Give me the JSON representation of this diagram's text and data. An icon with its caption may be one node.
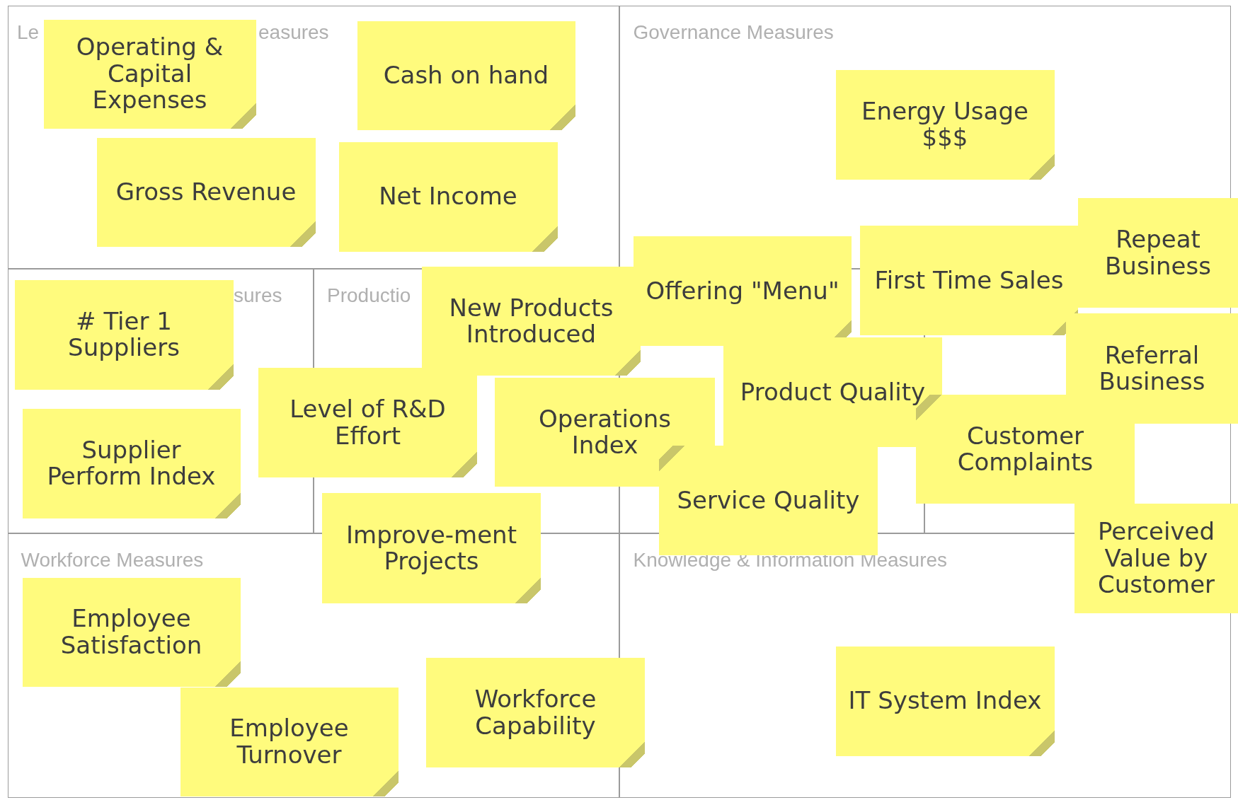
{
  "diagram": {
    "nodes": [
      {
        "text": [],
        "shape": "box"
      },
      {
        "text": [
          "Operating & Capital Expenses"
        ],
        "in": 0
      },
      {
        "text": [
          "Cash on hand"
        ],
        "in": 0
      },
      {
        "text": [
          "Gross Revenue"
        ],
        "in": 0
      },
      {
        "text": [
          "Net Income"
        ],
        "in": 0
      },
      {
        "text": [
          "Governance Measures"
        ]
      },
      {
        "text": [
          "Energy Usage $$$"
        ],
        "in": 5
      },
      {
        "text": [],
        "shape": "box"
      },
      {
        "text": [],
        "shape": "box"
      },
      {
        "text": [
          "Offering \"Menu\""
        ]
      },
      {
        "text": [
          "First Time Sales"
        ]
      },
      {
        "text": [
          "Repeat Business"
        ]
      },
      {
        "text": [
          "# Tier 1 Suppliers"
        ],
        "in": 7
      },
      {
        "text": [
          "New Products Introduced"
        ]
      },
      {
        "text": [
          "Referral Business"
        ]
      },
      {
        "text": [
          "Level of R&D Effort"
        ]
      },
      {
        "text": [
          "Operations Index"
        ]
      },
      {
        "text": [
          "Product Quality"
        ]
      },
      {
        "text": [
          "Customer Complaints"
        ]
      },
      {
        "text": [
          "Supplier Perform Index"
        ],
        "in": 7
      },
      {
        "text": [
          "Service Quality"
        ]
      },
      {
        "text": [
          "Perceived Value by Customer"
        ]
      },
      {
        "text": [
          "Improve-ment Projects"
        ]
      },
      {
        "text": [
          "Workforce Measures"
        ]
      },
      {
        "text": [
          "Knowledge & Information Measures"
        ]
      },
      {
        "text": [
          "Employee Satisfaction"
        ],
        "in": 23
      },
      {
        "text": [
          "Employee Turnover"
        ],
        "in": 23
      },
      {
        "text": [
          "Workforce Capability"
        ]
      },
      {
        "text": [
          "IT System Index"
        ],
        "in": 24
      }
    ],
    "labels": [
      "Le",
      "easures",
      "sures",
      "Productio"
    ]
  }
}
